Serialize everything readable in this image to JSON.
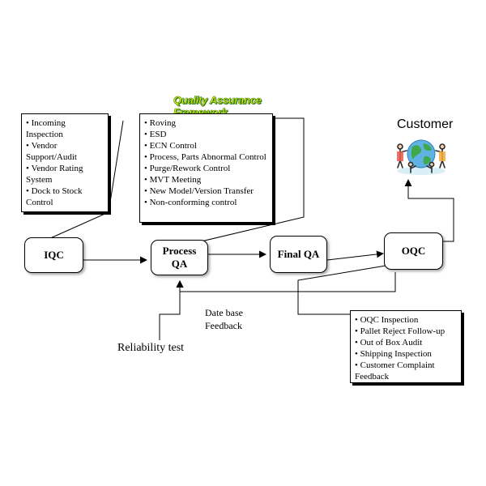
{
  "title": "Quality Assurance Framework",
  "customer": {
    "label": "Customer",
    "icon": "customer-globe-icon"
  },
  "nodes": {
    "iqc": "IQC",
    "process_qa": "Process QA",
    "final_qa": "Final QA",
    "oqc": "OQC"
  },
  "notes": {
    "iqc": [
      "Incoming Inspection",
      "Vendor Support/Audit",
      "Vendor Rating System",
      "Dock to Stock Control"
    ],
    "process_qa": [
      "Roving",
      "ESD",
      "ECN Control",
      "Process, Parts Abnormal Control",
      "Purge/Rework Control",
      "MVT Meeting",
      "New Model/Version Transfer",
      "Non-conforming control"
    ],
    "oqc": [
      "OQC Inspection",
      "Pallet Reject Follow-up",
      "Out of Box Audit",
      "Shipping Inspection",
      "Customer Complaint Feedback"
    ]
  },
  "feedback_label": "Date base Feedback",
  "reliability_label": "Reliability test",
  "colors": {
    "title_fill": "#f2f20a",
    "title_outline": "#2f7d1e"
  }
}
